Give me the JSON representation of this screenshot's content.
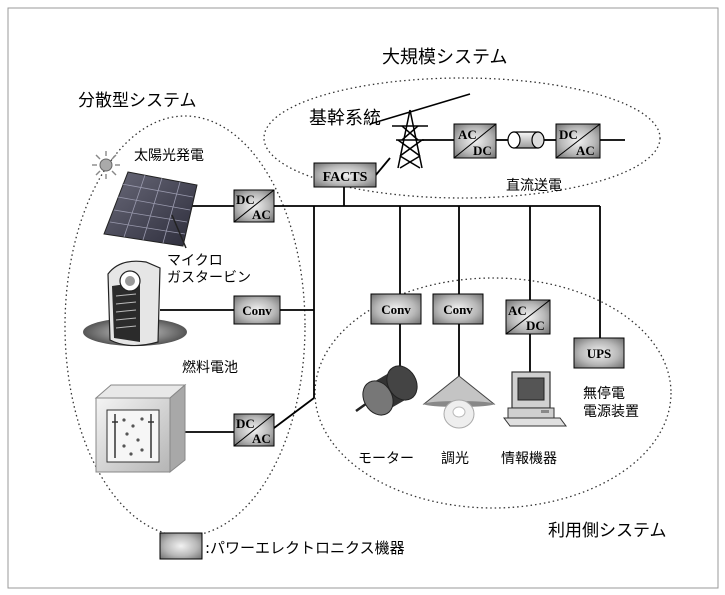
{
  "regions": {
    "large_scale": "大規模システム",
    "distributed": "分散型システム",
    "user_side": "利用側システム",
    "backbone": "基幹系統"
  },
  "sources": {
    "solar": "太陽光発電",
    "micro_gas_turbine_line1": "マイクロ",
    "micro_gas_turbine_line2": "ガスタービン",
    "fuel_cell": "燃料電池"
  },
  "transmission": {
    "dc_transmission": "直流送電"
  },
  "loads": {
    "motor": "モーター",
    "dimmer": "調光",
    "info": "情報機器",
    "ups_line1": "無停電",
    "ups_line2": "電源装置"
  },
  "converters": {
    "facts": "FACTS",
    "ups": "UPS",
    "conv": "Conv",
    "ac": "AC",
    "dc": "DC"
  },
  "legend": {
    "text": ":パワーエレクトロニクス機器"
  }
}
